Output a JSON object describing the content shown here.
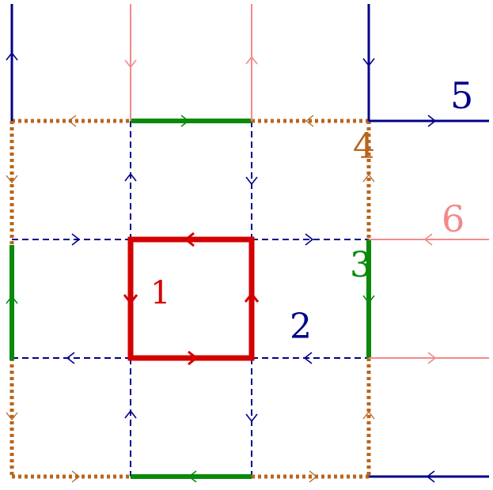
{
  "colors": {
    "red": "#d40000",
    "navy": "#00008b",
    "green": "#0a8a0a",
    "orange": "#b8651c",
    "pink": "#f28a8a"
  },
  "labels": {
    "l1": "1",
    "l2": "2",
    "l3": "3",
    "l4": "4",
    "l5": "5",
    "l6": "6"
  }
}
